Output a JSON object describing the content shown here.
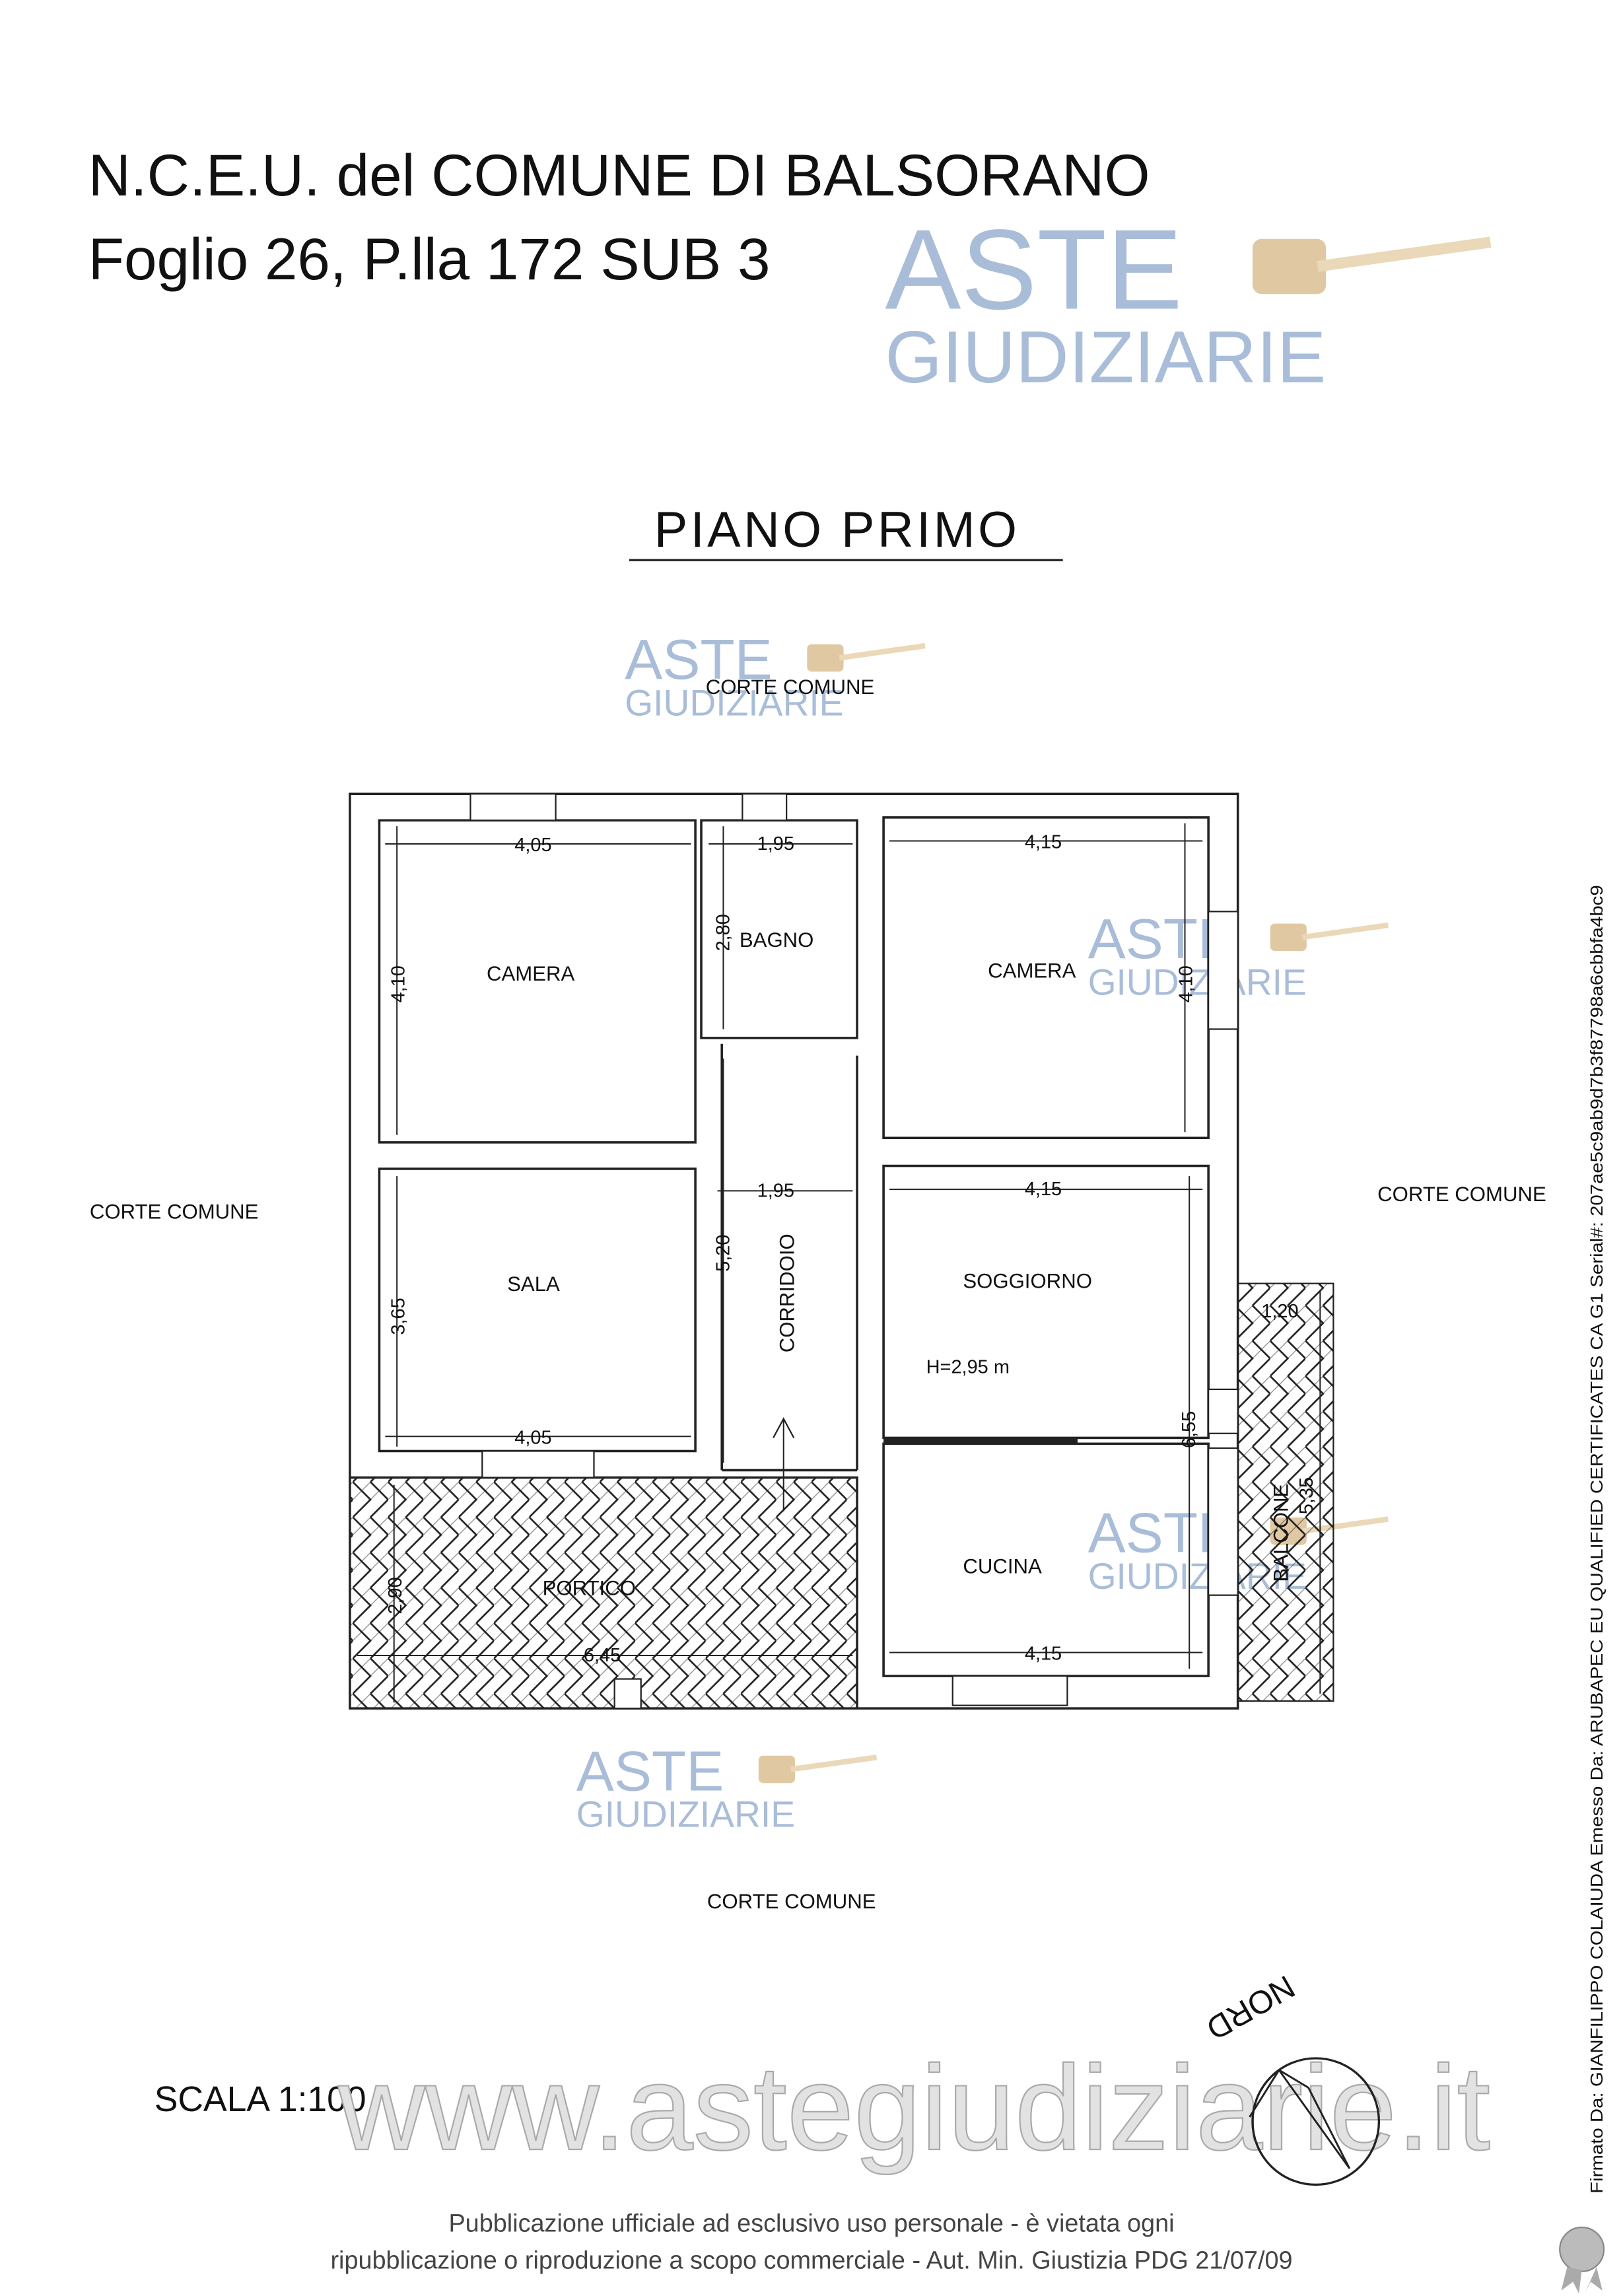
{
  "header": {
    "line1": "N.C.E.U. del COMUNE DI BALSORANO",
    "line2": "Foglio 26, P.lla 172 SUB 3"
  },
  "watermark": {
    "logo_top": "ASTE",
    "logo_bottom": "GIUDIZIARIE",
    "url": "www.astegiudiziarie.it"
  },
  "plan": {
    "title": "PIANO PRIMO",
    "surroundings": {
      "top": "CORTE COMUNE",
      "left": "CORTE COMUNE",
      "right": "CORTE COMUNE",
      "bottom": "CORTE COMUNE"
    },
    "rooms": {
      "camera1": {
        "label": "CAMERA",
        "width": "4,05",
        "depth": "4,10"
      },
      "bagno": {
        "label": "BAGNO",
        "width": "1,95",
        "depth": "2,80"
      },
      "camera2": {
        "label": "CAMERA",
        "width": "4,15",
        "depth": "4,10"
      },
      "sala": {
        "label": "SALA",
        "width": "4,05",
        "depth": "3,65"
      },
      "corridoio": {
        "label": "CORRIDOIO",
        "width": "1,95",
        "depth": "5,20"
      },
      "soggiorno": {
        "label": "SOGGIORNO",
        "width": "4,15",
        "height": "H=2,95 m",
        "depth": "6,55"
      },
      "cucina": {
        "label": "CUCINA",
        "width": "4,15"
      },
      "portico": {
        "label": "PORTICO",
        "width": "6,45",
        "depth": "2,90"
      },
      "balcone": {
        "label": "BALCONE",
        "width": "1,20",
        "depth": "5,35"
      }
    },
    "scale": "SCALA 1:100",
    "north": "NORD"
  },
  "footer": {
    "line1": "Pubblicazione ufficiale ad esclusivo uso personale - è vietata ogni",
    "line2": "ripubblicazione o riproduzione a scopo commerciale - Aut. Min. Giustizia PDG 21/07/09"
  },
  "signature": "Firmato Da: GIANFILIPPO COLAIUDA Emesso Da: ARUBAPEC EU QUALIFIED CERTIFICATES CA G1 Serial#: 207ae5c9ab9d7b3f87798a6cbbfa4bc9",
  "icons": {
    "compass": "north-arrow-icon",
    "seal": "certificate-seal-icon",
    "gavel": "gavel-icon"
  }
}
